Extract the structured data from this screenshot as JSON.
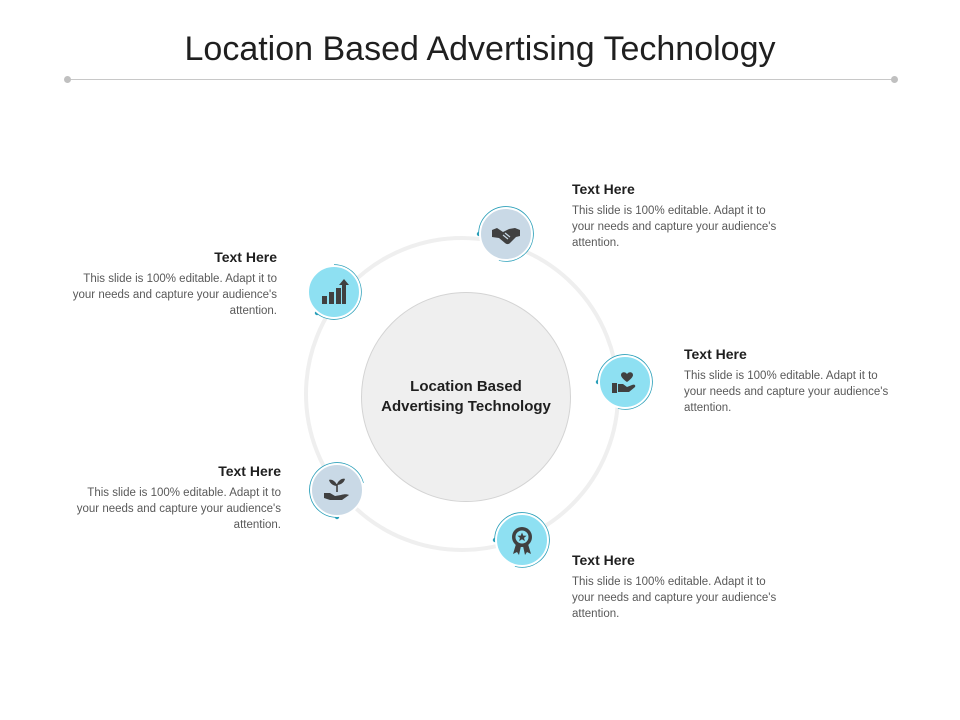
{
  "title": "Location Based Advertising Technology",
  "center": {
    "label": "Location Based\nAdvertising Technology"
  },
  "colors": {
    "light_blue": "#8ee0f2",
    "gray_blue": "#c9d9e6",
    "icon": "#404040",
    "accent": "#2a9fb9"
  },
  "items": [
    {
      "heading": "Text Here",
      "body": "This slide is 100% editable. Adapt it to your needs and capture your audience's attention.",
      "icon": "bar-chart-growth-icon"
    },
    {
      "heading": "Text Here",
      "body": "This slide is 100% editable. Adapt it to your needs and capture your audience's attention.",
      "icon": "handshake-icon"
    },
    {
      "heading": "Text Here",
      "body": "This slide is 100% editable. Adapt it to your needs and capture your audience's attention.",
      "icon": "heart-in-hand-icon"
    },
    {
      "heading": "Text Here",
      "body": "This slide is 100% editable. Adapt it to your needs and capture your audience's attention.",
      "icon": "award-medal-icon"
    },
    {
      "heading": "Text Here",
      "body": "This slide is 100% editable. Adapt it to your needs and capture your audience's attention.",
      "icon": "plant-in-hand-icon"
    }
  ]
}
